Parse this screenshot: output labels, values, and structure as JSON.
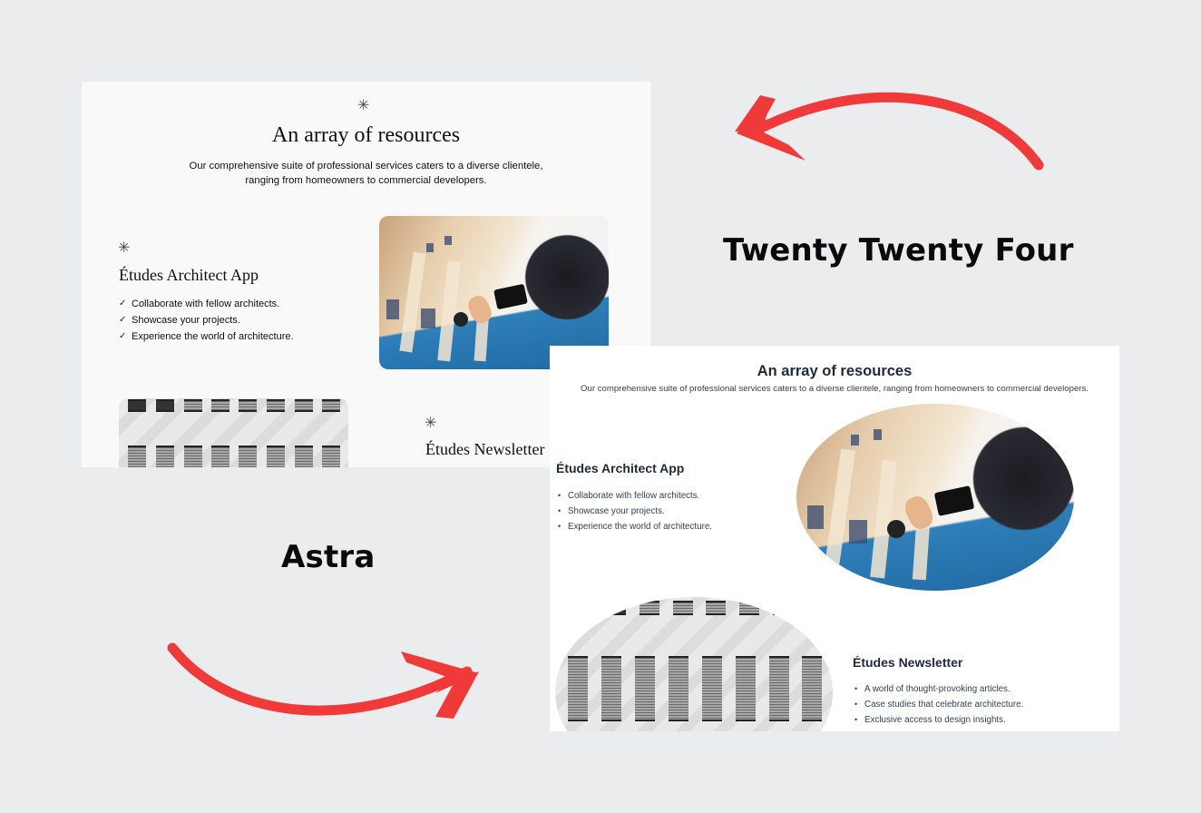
{
  "labels": {
    "top_right": "Twenty Twenty Four",
    "bottom_left": "Astra"
  },
  "colors": {
    "background": "#ebecee",
    "arrow": "#f03a3a",
    "tt4_panel": "#f9f9f9",
    "astra_panel": "#ffffff",
    "astra_heading": "#1e293b",
    "astra_text": "#334155"
  },
  "twenty_twenty_four": {
    "star_icon": "✳",
    "title": "An array of resources",
    "intro_line1": "Our comprehensive suite of professional services caters to a diverse clientele,",
    "intro_line2": "ranging from homeowners to commercial developers.",
    "section1": {
      "heading": "Études Architect App",
      "items": [
        "Collaborate with fellow architects.",
        "Showcase your projects.",
        "Experience the world of architecture."
      ],
      "item_icon": "✓",
      "image_alt": "Woman photographing a classical building with her phone"
    },
    "section2": {
      "heading": "Études Newsletter",
      "image_alt": "Facade of a white building with rows of shuttered windows"
    }
  },
  "astra": {
    "title": "An array of resources",
    "intro": "Our comprehensive suite of professional services caters to a diverse clientele, ranging from homeowners to commercial developers.",
    "section1": {
      "heading": "Études Architect App",
      "items": [
        "Collaborate with fellow architects.",
        "Showcase your projects.",
        "Experience the world of architecture."
      ],
      "item_icon": "•",
      "image_alt": "Woman photographing a classical building with her phone"
    },
    "section2": {
      "heading": "Études Newsletter",
      "items": [
        "A world of thought-provoking articles.",
        "Case studies that celebrate architecture.",
        "Exclusive access to design insights."
      ],
      "item_icon": "•",
      "image_alt": "Facade of a white building with rows of shuttered windows"
    }
  }
}
